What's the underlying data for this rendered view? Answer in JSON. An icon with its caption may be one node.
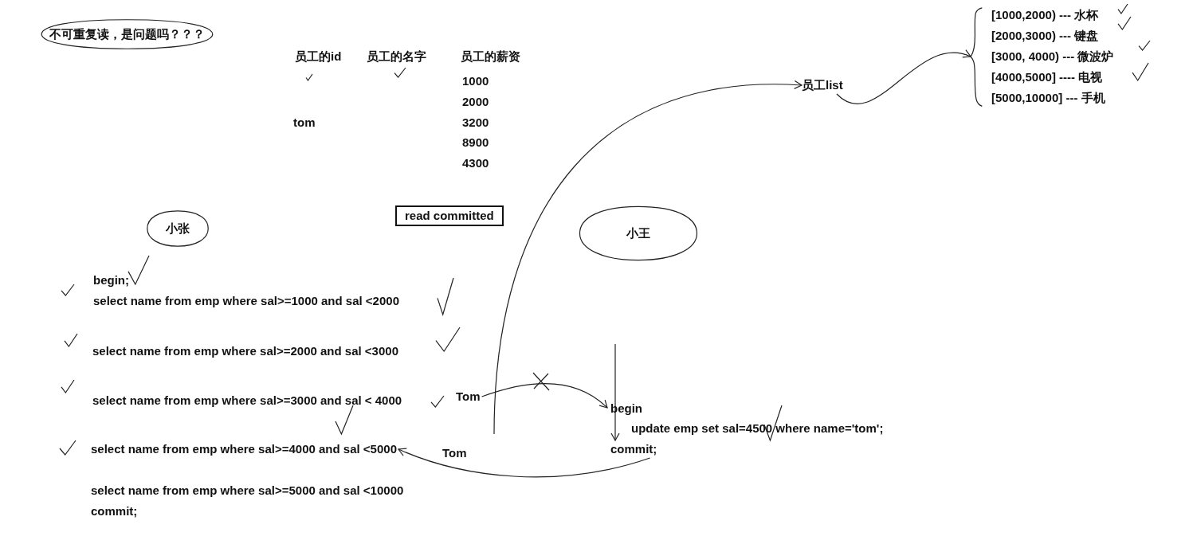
{
  "diagram": {
    "nodes": [
      {
        "text": [
          "不可重复读，是问题吗？？？"
        ]
      },
      {
        "text": [
          "员工list"
        ]
      },
      {
        "text": [
          "[1000,2000) --- 水杯",
          "[2000,3000) --- 键盘",
          "[3000, 4000) --- 微波炉",
          "[4000,5000] ---- 电视",
          "[5000,10000] --- 手机"
        ]
      },
      {
        "text": [
          "小张"
        ]
      },
      {
        "text": [
          "read committed"
        ]
      },
      {
        "text": [
          "小王"
        ]
      },
      {
        "text": [
          "begin;"
        ]
      },
      {
        "text": [
          "select name from emp where sal>=1000 and sal <2000"
        ]
      },
      {
        "text": [
          "select name from emp where sal>=2000 and sal <3000"
        ]
      },
      {
        "text": [
          "select name from emp where sal>=3000 and sal < 4000"
        ]
      },
      {
        "text": [
          "select name from emp where sal>=4000 and sal <5000"
        ]
      },
      {
        "text": [
          "select name from emp where sal>=5000 and sal <10000"
        ]
      },
      {
        "text": [
          "commit;"
        ]
      },
      {
        "text": [
          "Tom"
        ]
      },
      {
        "text": [
          "Tom"
        ]
      },
      {
        "text": [
          "begin"
        ]
      },
      {
        "text": [
          "update emp set sal=4500 where name='tom';"
        ]
      },
      {
        "text": [
          "commit;"
        ]
      }
    ],
    "edges": [
      {
        "from": 1,
        "to": 2,
        "arrow": "to"
      },
      {
        "from": null,
        "to": 1,
        "arrow": "to"
      },
      {
        "from": 13,
        "to": 15,
        "arrow": "to"
      },
      {
        "from": 17,
        "to": 10,
        "arrow": "to"
      },
      {
        "from": null,
        "to": 17,
        "arrow": "to"
      }
    ],
    "labels": [
      "员工的id",
      "员工的名字",
      "员工的薪资",
      "1000",
      "2000",
      "tom",
      "3200",
      "8900",
      "4300"
    ]
  }
}
